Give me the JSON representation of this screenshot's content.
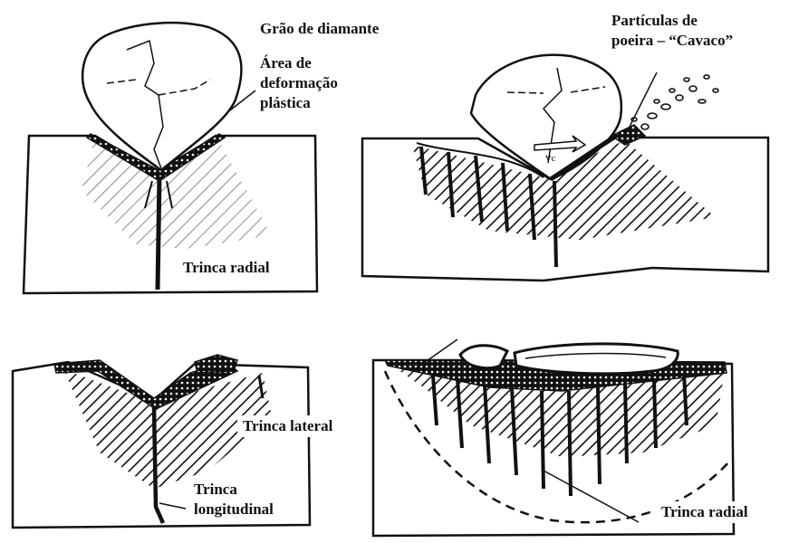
{
  "labels": {
    "grao": "Grão de diamante",
    "area_1": "Área de",
    "area_2": "deformação",
    "area_3": "plástica",
    "particulas_1": "Partículas de",
    "particulas_2": "poeira – “Cavaco”",
    "trinca_radial_top": "Trinca radial",
    "trinca_lateral": "Trinca lateral",
    "trinca_long_1": "Trinca",
    "trinca_long_2": "longitudinal",
    "trinca_radial_bottom": "Trinca radial",
    "velocity": "v",
    "velocity_sub": "c"
  },
  "colors": {
    "ink": "#111111",
    "background": "#ffffff"
  }
}
